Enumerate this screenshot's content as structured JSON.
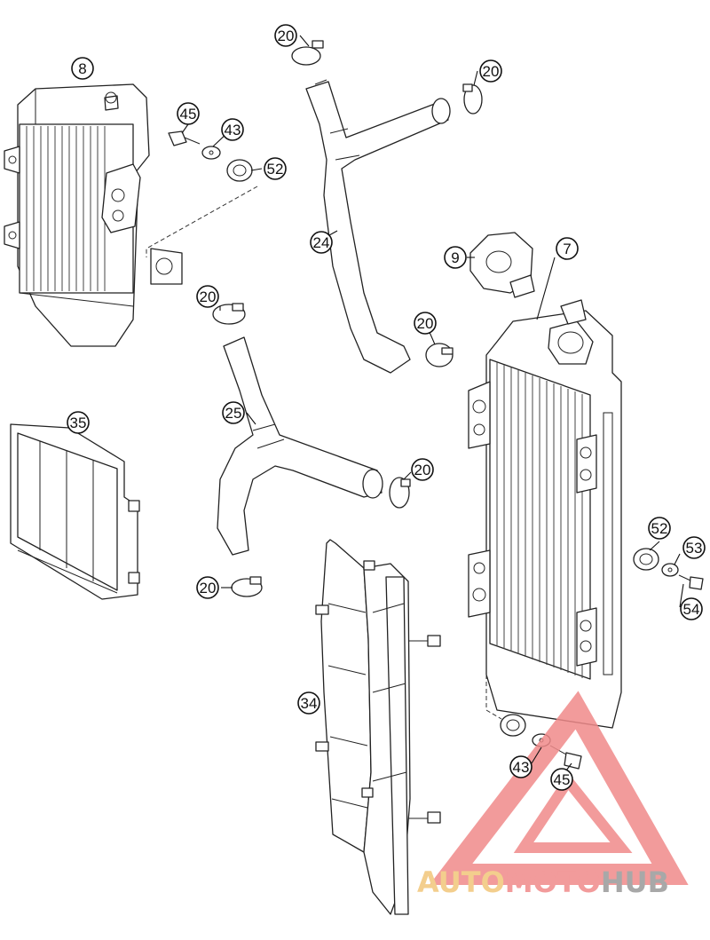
{
  "callouts": [
    {
      "id": "c8",
      "label": "8"
    },
    {
      "id": "c45a",
      "label": "45"
    },
    {
      "id": "c43a",
      "label": "43"
    },
    {
      "id": "c52a",
      "label": "52"
    },
    {
      "id": "c20a",
      "label": "20"
    },
    {
      "id": "c20b",
      "label": "20"
    },
    {
      "id": "c24",
      "label": "24"
    },
    {
      "id": "c9",
      "label": "9"
    },
    {
      "id": "c7",
      "label": "7"
    },
    {
      "id": "c20c",
      "label": "20"
    },
    {
      "id": "c20d",
      "label": "20"
    },
    {
      "id": "c25",
      "label": "25"
    },
    {
      "id": "c20e",
      "label": "20"
    },
    {
      "id": "c35",
      "label": "35"
    },
    {
      "id": "c20f",
      "label": "20"
    },
    {
      "id": "c52b",
      "label": "52"
    },
    {
      "id": "c53",
      "label": "53"
    },
    {
      "id": "c54",
      "label": "54"
    },
    {
      "id": "c34",
      "label": "34"
    },
    {
      "id": "c43b",
      "label": "43"
    },
    {
      "id": "c45b",
      "label": "45"
    }
  ],
  "watermark": {
    "part1": "AUTO",
    "part2": "MOTO",
    "part3": "HUB",
    "color_gold": "#f2c67a",
    "color_red": "#f08a8a",
    "color_gray": "#9a9a9a"
  }
}
